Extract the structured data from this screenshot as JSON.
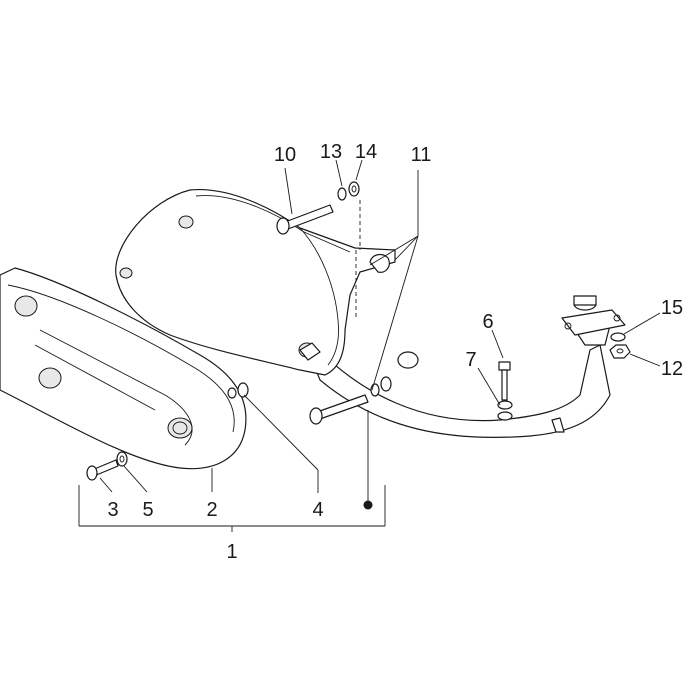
{
  "callouts": {
    "c1": "1",
    "c2": "2",
    "c3": "3",
    "c4": "4",
    "c5": "5",
    "c6": "6",
    "c7": "7",
    "c10": "10",
    "c11": "11",
    "c12": "12",
    "c13": "13",
    "c14": "14",
    "c15": "15"
  }
}
